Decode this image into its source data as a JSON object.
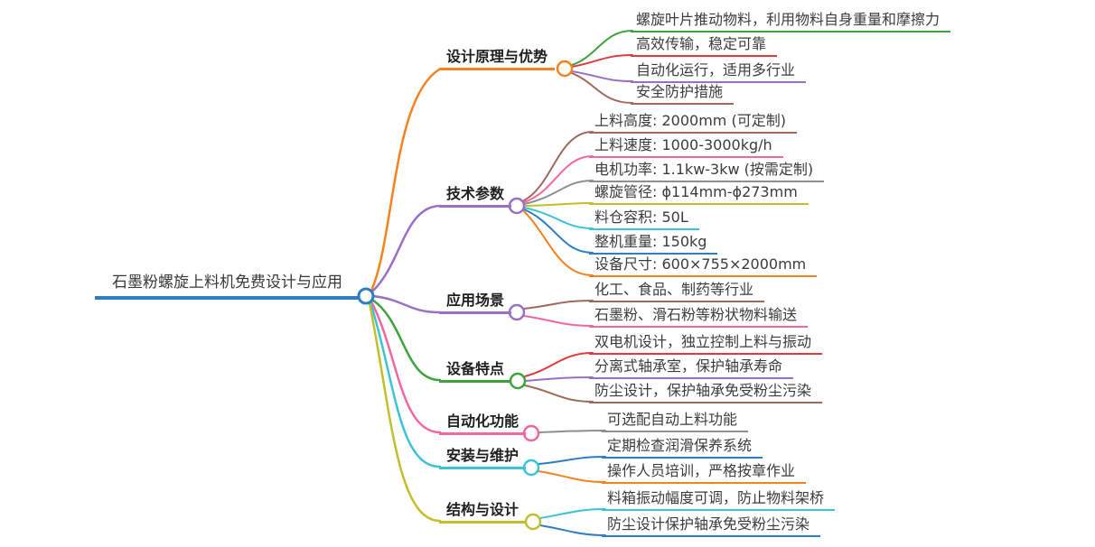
{
  "root": {
    "label": "石墨粉螺旋上料机免费设计与应用",
    "color": "#2b7fc2"
  },
  "palette": {
    "blue": "#2b7fc2",
    "orange": "#f5821f",
    "purple": "#9a6fc4",
    "green": "#3fa23c",
    "red": "#e0393f",
    "brown": "#9e6a5b",
    "pink": "#f2679f",
    "gray": "#8f8f8f",
    "olive": "#c2bf2a",
    "cyan": "#3bc3d6",
    "background": "#ffffff",
    "text": "#3c3c3c"
  },
  "branches": [
    {
      "label": "设计原理与优势",
      "color": "#f5821f",
      "children": [
        {
          "text": "螺旋叶片推动物料，利用物料自身重量和摩擦力",
          "color": "#3fa23c"
        },
        {
          "text": "高效传输，稳定可靠",
          "color": "#e0393f"
        },
        {
          "text": "自动化运行，适用多行业",
          "color": "#9a6fc4"
        },
        {
          "text": "安全防护措施",
          "color": "#9e6a5b"
        }
      ]
    },
    {
      "label": "技术参数",
      "color": "#9a6fc4",
      "children": [
        {
          "text": "上料高度: 2000mm (可定制)",
          "color": "#9e6a5b"
        },
        {
          "text": "上料速度: 1000-3000kg/h",
          "color": "#f2679f"
        },
        {
          "text": "电机功率: 1.1kw-3kw (按需定制)",
          "color": "#8f8f8f"
        },
        {
          "text": "螺旋管径: ϕ114mm-ϕ273mm",
          "color": "#c2bf2a"
        },
        {
          "text": "料仓容积: 50L",
          "color": "#3bc3d6"
        },
        {
          "text": "整机重量: 150kg",
          "color": "#2b7fc2"
        },
        {
          "text": "设备尺寸: 600×755×2000mm",
          "color": "#f5821f"
        }
      ]
    },
    {
      "label": "应用场景",
      "color": "#9a6fc4",
      "children": [
        {
          "text": "化工、食品、制药等行业",
          "color": "#9e6a5b"
        },
        {
          "text": "石墨粉、滑石粉等粉状物料输送",
          "color": "#f2679f"
        }
      ]
    },
    {
      "label": "设备特点",
      "color": "#3fa23c",
      "children": [
        {
          "text": "双电机设计，独立控制上料与振动",
          "color": "#e0393f"
        },
        {
          "text": "分离式轴承室，保护轴承寿命",
          "color": "#9a6fc4"
        },
        {
          "text": "防尘设计，保护轴承免受粉尘污染",
          "color": "#9e6a5b"
        }
      ]
    },
    {
      "label": "自动化功能",
      "color": "#f2679f",
      "children": [
        {
          "text": "可选配自动上料功能",
          "color": "#8f8f8f"
        }
      ]
    },
    {
      "label": "安装与维护",
      "color": "#3bc3d6",
      "children": [
        {
          "text": "定期检查润滑保养系统",
          "color": "#2b7fc2"
        },
        {
          "text": "操作人员培训，严格按章作业",
          "color": "#f5821f"
        }
      ]
    },
    {
      "label": "结构与设计",
      "color": "#c2bf2a",
      "children": [
        {
          "text": "料箱振动幅度可调，防止物料架桥",
          "color": "#3bc3d6"
        },
        {
          "text": "防尘设计保护轴承免受粉尘污染",
          "color": "#2b7fc2"
        }
      ]
    }
  ]
}
